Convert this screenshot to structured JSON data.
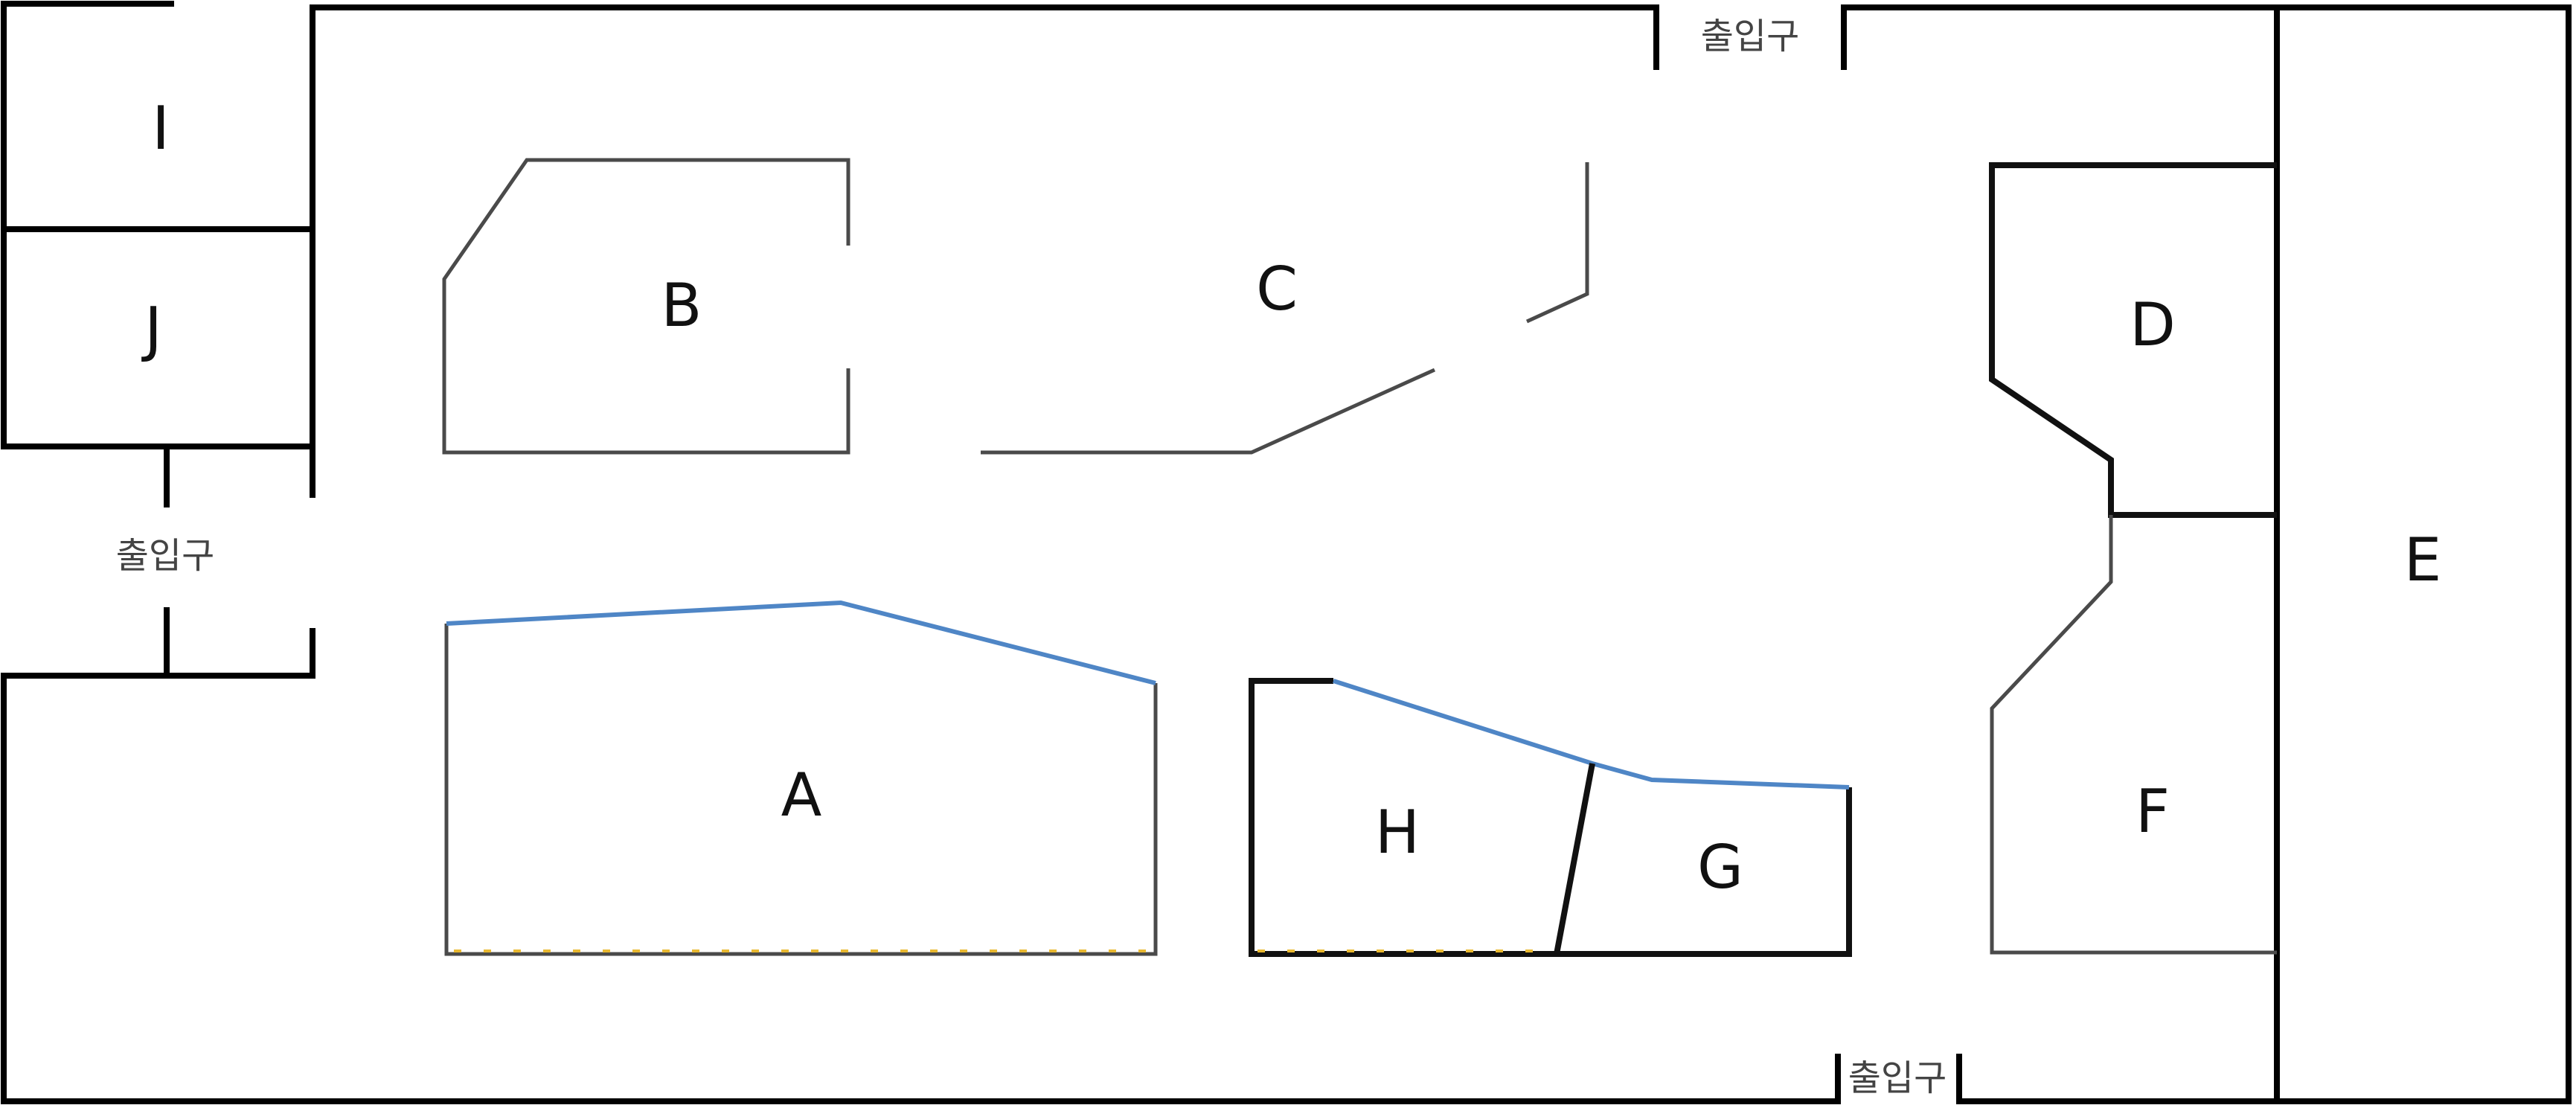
{
  "zones": {
    "A": "A",
    "B": "B",
    "C": "C",
    "D": "D",
    "E": "E",
    "F": "F",
    "G": "G",
    "H": "H",
    "I": "I",
    "J": "J"
  },
  "entrances": {
    "top": "출입구",
    "left": "출입구",
    "bottom": "출입구"
  },
  "colors": {
    "edge_highlight": "#4f86c6",
    "edge_dash": "#e8b830"
  }
}
